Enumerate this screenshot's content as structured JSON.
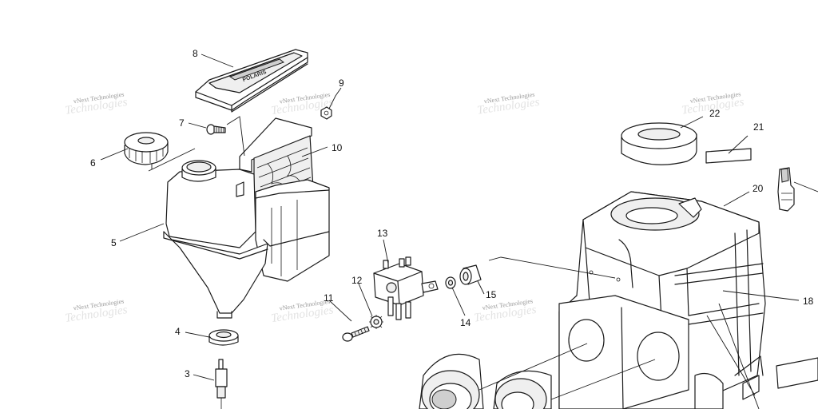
{
  "watermark": {
    "line1": "vNext Technologies",
    "line2": "Technologies"
  },
  "part_numbers": {
    "p3": "3",
    "p4": "4",
    "p5": "5",
    "p6": "6",
    "p7": "7",
    "p8": "8",
    "p9": "9",
    "p10": "10",
    "p11": "11",
    "p12": "12",
    "p13": "13",
    "p14": "14",
    "p15": "15",
    "p18": "18",
    "p20": "20",
    "p21": "21",
    "p22": "22"
  },
  "cover_logo": "POLARIS"
}
